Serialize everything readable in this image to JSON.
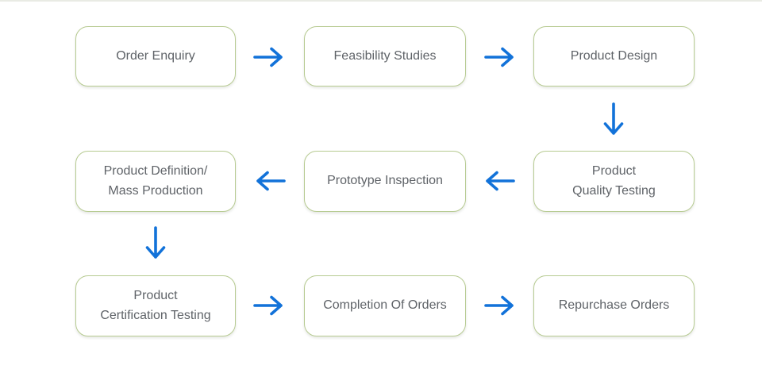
{
  "flowchart": {
    "colors": {
      "arrow": "#1272d9",
      "node_border": "#b7cb92",
      "node_text": "#5f6368",
      "background": "#ffffff",
      "top_divider": "#e9ebe4"
    },
    "nodes": [
      {
        "id": "order-enquiry",
        "lines": [
          "Order Enquiry"
        ]
      },
      {
        "id": "feasibility-studies",
        "lines": [
          "Feasibility Studies"
        ]
      },
      {
        "id": "product-design",
        "lines": [
          "Product Design"
        ]
      },
      {
        "id": "product-definition-mass-production",
        "lines": [
          "Product Definition/",
          "Mass Production"
        ]
      },
      {
        "id": "prototype-inspection",
        "lines": [
          "Prototype Inspection"
        ]
      },
      {
        "id": "product-quality-testing",
        "lines": [
          "Product",
          "Quality Testing"
        ]
      },
      {
        "id": "product-certification-testing",
        "lines": [
          "Product",
          "Certification Testing"
        ]
      },
      {
        "id": "completion-of-orders",
        "lines": [
          "Completion Of Orders"
        ]
      },
      {
        "id": "repurchase-orders",
        "lines": [
          "Repurchase Orders"
        ]
      }
    ],
    "connections": [
      {
        "from": "order-enquiry",
        "to": "feasibility-studies",
        "direction": "right"
      },
      {
        "from": "feasibility-studies",
        "to": "product-design",
        "direction": "right"
      },
      {
        "from": "product-design",
        "to": "product-quality-testing",
        "direction": "down"
      },
      {
        "from": "product-quality-testing",
        "to": "prototype-inspection",
        "direction": "left"
      },
      {
        "from": "prototype-inspection",
        "to": "product-definition-mass-production",
        "direction": "left"
      },
      {
        "from": "product-definition-mass-production",
        "to": "product-certification-testing",
        "direction": "down"
      },
      {
        "from": "product-certification-testing",
        "to": "completion-of-orders",
        "direction": "right"
      },
      {
        "from": "completion-of-orders",
        "to": "repurchase-orders",
        "direction": "right"
      }
    ]
  }
}
